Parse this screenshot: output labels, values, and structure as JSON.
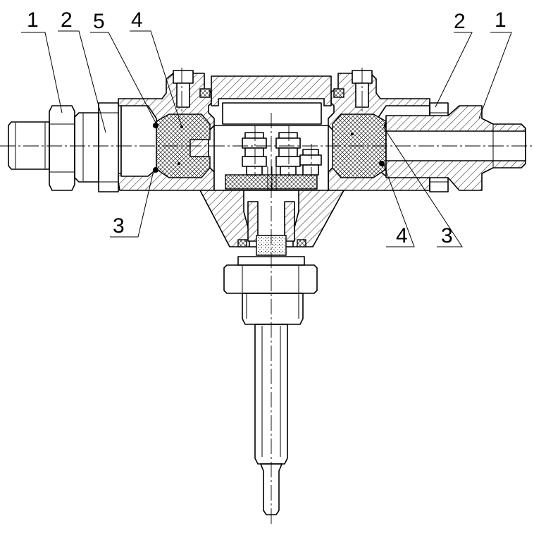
{
  "labels": {
    "left_1": "1",
    "left_2": "2",
    "left_5": "5",
    "left_4": "4",
    "left_3": "3",
    "right_2": "2",
    "right_1": "1",
    "right_4": "4",
    "right_3": "3"
  }
}
